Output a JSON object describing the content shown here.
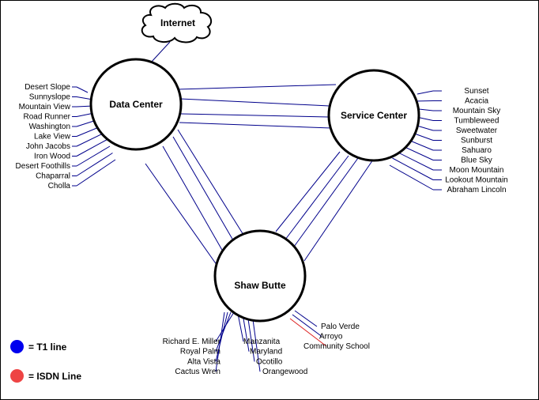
{
  "nodes": {
    "internet": "Internet",
    "data_center": "Data Center",
    "service_center": "Service Center",
    "shaw_butte": "Shaw Butte"
  },
  "data_center_sites": [
    "Desert Slope",
    "Sunnyslope",
    "Mountain View",
    "Road Runner",
    "Washington",
    "Lake View",
    "John Jacobs",
    "Iron Wood",
    "Desert Foothills",
    "Chaparral",
    "Cholla"
  ],
  "service_center_sites": [
    "Sunset",
    "Acacia",
    "Mountain Sky",
    "Tumbleweed",
    "Sweetwater",
    "Sunburst",
    "Sahuaro",
    "Blue Sky",
    "Moon Mountain",
    "Lookout Mountain",
    "Abraham Lincoln"
  ],
  "shaw_butte_left_sites": [
    "Richard E. Miller",
    "Royal Palm",
    "Alta Vista",
    "Cactus Wren"
  ],
  "shaw_butte_mid_sites": [
    "Manzanita",
    "Maryland",
    "Ocotillo",
    "Orangewood"
  ],
  "shaw_butte_right_sites": [
    {
      "name": "Palo Verde",
      "type": "T1"
    },
    {
      "name": "Arroyo",
      "type": "T1"
    },
    {
      "name": "Community School",
      "type": "ISDN"
    }
  ],
  "legend": {
    "t1": {
      "label": "= T1 line",
      "color": "#0000ee"
    },
    "isdn": {
      "label": "= ISDN Line",
      "color": "#ee4444"
    }
  },
  "colors": {
    "t1": "#00008b",
    "isdn": "#dd2222",
    "internet_link": "#000080"
  }
}
